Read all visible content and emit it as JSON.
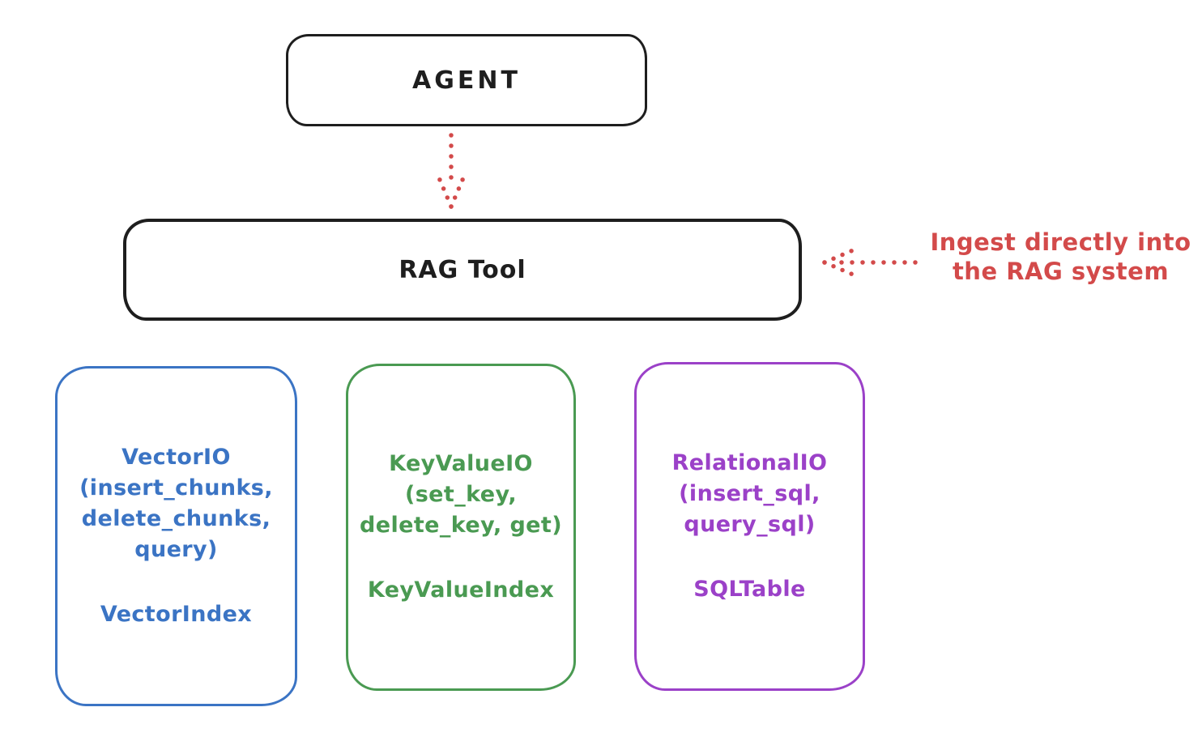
{
  "colors": {
    "ink": "#1e1e1e",
    "accent_red": "#d34a4a",
    "vector_blue": "#3b74c4",
    "keyvalue_green": "#4a9a52",
    "relational_purple": "#9b41c8",
    "background": "#ffffff"
  },
  "nodes": {
    "agent": {
      "label": "AGENT"
    },
    "rag_tool": {
      "label": "RAG Tool"
    },
    "vector_store": {
      "title": "VectorIO",
      "ops_lines": [
        "(insert_chunks,",
        "delete_chunks,",
        "query)"
      ],
      "index_label": "VectorIndex"
    },
    "keyvalue_store": {
      "title": "KeyValueIO",
      "ops_lines": [
        "(set_key,",
        "delete_key, get)"
      ],
      "index_label": "KeyValueIndex"
    },
    "relational_store": {
      "title": "RelationalIO",
      "ops_lines": [
        "(insert_sql,",
        "query_sql)"
      ],
      "index_label": "SQLTable"
    }
  },
  "annotation": {
    "line1": "Ingest directly into",
    "line2": "the RAG system"
  },
  "arrows": [
    {
      "name": "agent-to-rag-tool",
      "style": "dotted",
      "direction": "down",
      "color": "#d34a4a"
    },
    {
      "name": "annotation-to-rag-tool",
      "style": "dotted",
      "direction": "left",
      "color": "#d34a4a"
    }
  ]
}
